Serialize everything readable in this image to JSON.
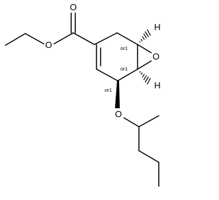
{
  "structure": {
    "atoms": {
      "carbonyl_oxygen": "O",
      "ester_oxygen": "O",
      "epoxide_oxygen": "O",
      "ether_oxygen": "O",
      "hydrogen_top": "H",
      "hydrogen_bottom": "H"
    },
    "stereo_labels": {
      "upper": "or1",
      "middle": "or1",
      "lower": "or1"
    }
  }
}
